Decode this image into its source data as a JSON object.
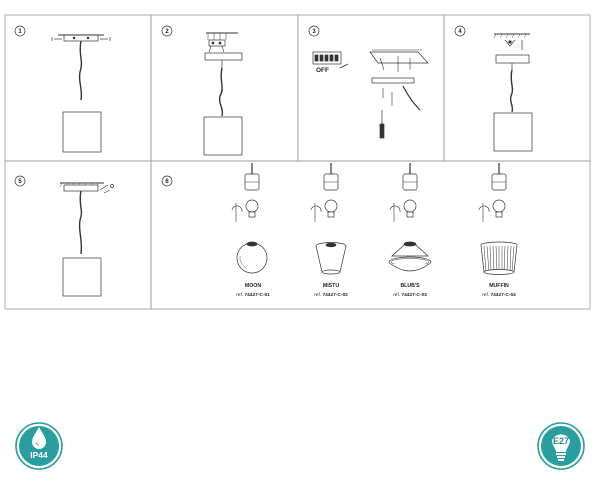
{
  "steps": [
    {
      "number": "1"
    },
    {
      "number": "2"
    },
    {
      "number": "3",
      "switch_label": "OFF"
    },
    {
      "number": "4"
    },
    {
      "number": "5"
    },
    {
      "number": "6"
    }
  ],
  "shades": [
    {
      "name": "MOON",
      "ref_prefix": "ref.",
      "ref_code": "74427-C-01"
    },
    {
      "name": "MISTU",
      "ref_prefix": "ref.",
      "ref_code": "74427-C-02"
    },
    {
      "name": "BLUB'S",
      "ref_prefix": "ref.",
      "ref_code": "74427-C-03"
    },
    {
      "name": "MUFFIN",
      "ref_prefix": "ref.",
      "ref_code": "74427-C-04"
    }
  ],
  "badges": {
    "ip": {
      "text": "IP44",
      "icon": "water-drop-icon",
      "color": "#2a9d9f"
    },
    "bulb": {
      "text": "E27",
      "icon": "bulb-icon",
      "color": "#2a9d9f"
    }
  }
}
